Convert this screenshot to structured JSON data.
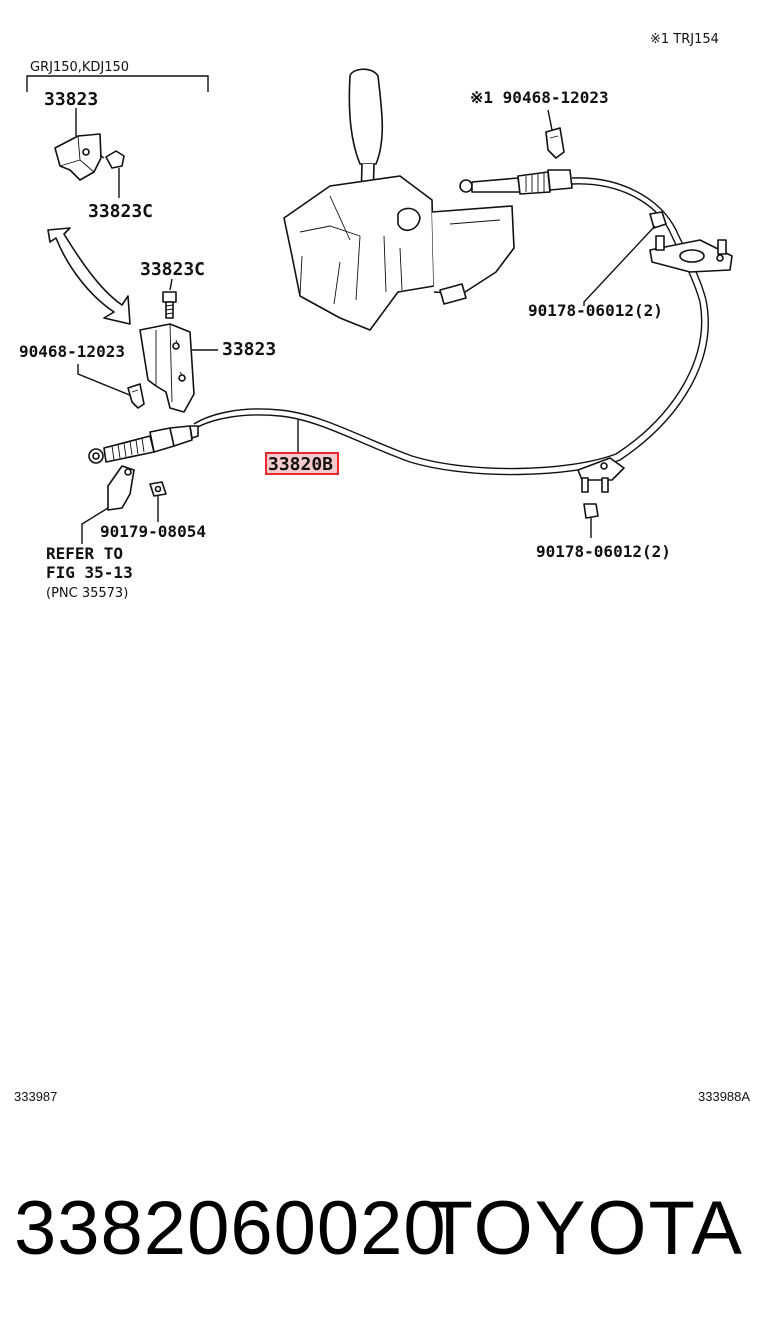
{
  "note_top_right": "※1 TRJ154",
  "bracket_group_label": "GRJ150,KDJ150",
  "callouts": {
    "bracket_top": "33823",
    "bolt_top": "33823C",
    "bolt_mid": "33823C",
    "bracket_mid": "33823",
    "clip_left": "90468-12023",
    "clip_top": "※1 90468-12023",
    "nut_upper": "90178-06012(2)",
    "nut_lower": "90178-06012(2)",
    "nut_left": "90179-08054",
    "cable_highlight": "33820B"
  },
  "refer": {
    "line1": "REFER TO",
    "line2": "FIG 35-13",
    "line3": "(PNC 35573)"
  },
  "colors": {
    "highlight": "#e8292e",
    "highlight_fill": "#f6c9cb"
  },
  "footer": {
    "left_code": "333987",
    "right_code": "333988A"
  },
  "part_number": "3382060020",
  "brand": "TOYOTA"
}
